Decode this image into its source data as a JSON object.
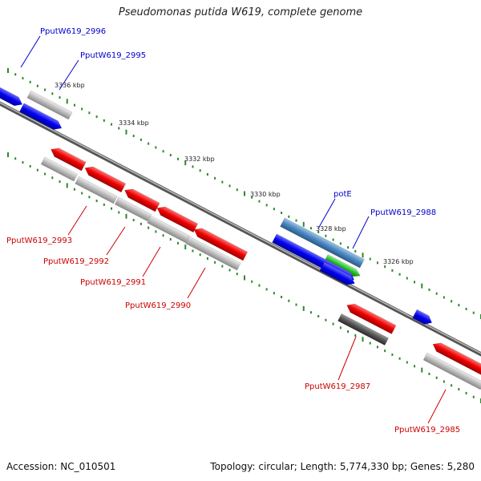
{
  "title": "Pseudomonas putida W619, complete genome",
  "footer": {
    "accession": "Accession: NC_010501",
    "topology": "Topology: circular; Length: 5,774,330 bp; Genes: 5,280"
  },
  "scale_labels": [
    "3336 kbp",
    "3334 kbp",
    "3332 kbp",
    "3330 kbp",
    "3328 kbp",
    "3326 kbp"
  ],
  "gene_labels": {
    "blue": [
      "PputW619_2996",
      "PputW619_2995",
      "potE",
      "PputW619_2988"
    ],
    "red": [
      "PputW619_2993",
      "PputW619_2992",
      "PputW619_2991",
      "PputW619_2990",
      "PputW619_2987",
      "PputW619_2985"
    ]
  },
  "colors": {
    "forward_cds": "#0000ee",
    "reverse_cds": "#ee0000",
    "gene": "#bbbbbb",
    "pseudogene": "#555555",
    "highlight_gene": "#4a86c0",
    "rna": "#22bb22",
    "backbone": "#777777",
    "tick": "#2a8a2a"
  }
}
